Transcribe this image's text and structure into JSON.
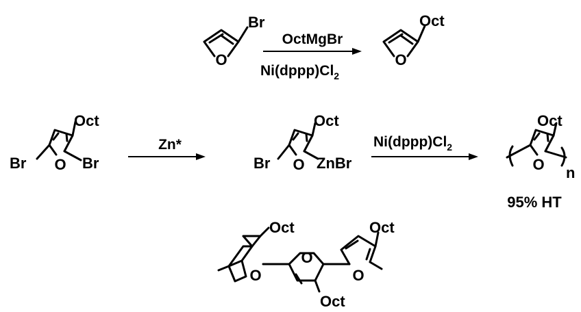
{
  "reactions": [
    {
      "reactant": {
        "substituent": "Br",
        "ring_atom": "O"
      },
      "reagent_above": "OctMgBr",
      "reagent_below": {
        "text": "Ni(dppp)Cl",
        "subscript": "2"
      },
      "product": {
        "substituent": "Oct",
        "ring_atom": "O"
      }
    },
    {
      "reactant": {
        "top": "Oct",
        "left": "Br",
        "right": "Br",
        "ring_atom": "O"
      },
      "reagent_above": "Zn*",
      "intermediate": {
        "top": "Oct",
        "left": "Br",
        "right": "ZnBr",
        "ring_atom": "O"
      },
      "reagent_above_2": {
        "text": "Ni(dppp)Cl",
        "subscript": "2"
      },
      "product": {
        "top": "Oct",
        "ring_atom": "O",
        "repeat": "n",
        "regioregularity": "95% HT"
      }
    }
  ],
  "terfuran": {
    "ring_atom": "O",
    "substituents": [
      "Oct",
      "Oct",
      "Oct"
    ]
  },
  "colors": {
    "ink": "#000000",
    "background": "#ffffff"
  }
}
